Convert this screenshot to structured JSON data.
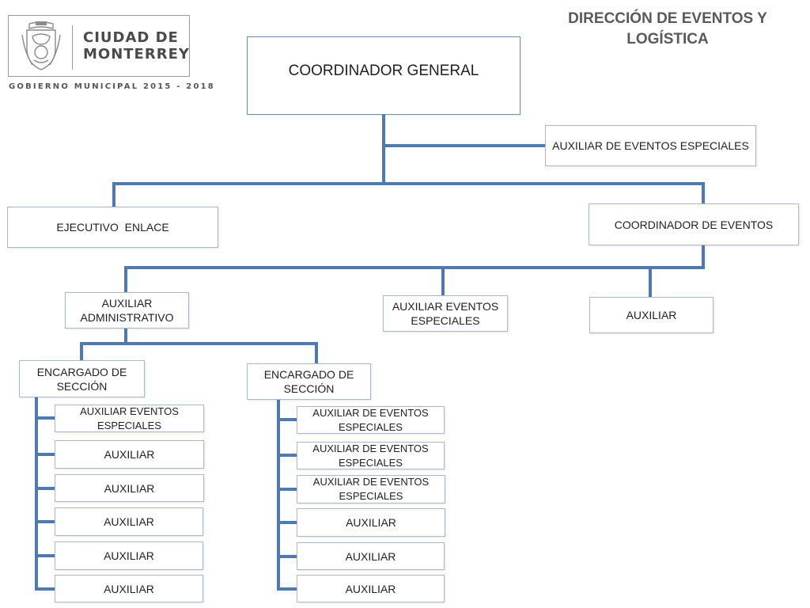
{
  "header": {
    "title": "DIRECCIÓN DE EVENTOS Y LOGÍSTICA",
    "logo": {
      "city_name_line1": "CIUDAD DE",
      "city_name_line2": "MONTERREY",
      "government": "GOBIERNO MUNICIPAL 2015 - 2018"
    }
  },
  "colors": {
    "connector": "#5079b0",
    "box_border": "#a9b9cb",
    "title": "#595959"
  },
  "org_chart": {
    "root": {
      "label": "COORDINADOR GENERAL"
    },
    "assistant_to_root": {
      "label": "AUXILIAR DE EVENTOS ESPECIALES"
    },
    "level1": {
      "left": {
        "label": "EJECUTIVO  ENLACE"
      },
      "right": {
        "label": "COORDINADOR DE EVENTOS"
      }
    },
    "level2": {
      "admin": {
        "line1": "AUXILIAR",
        "line2": "ADMINISTRATIVO"
      },
      "special": {
        "line1": "AUXILIAR EVENTOS",
        "line2": "ESPECIALES"
      },
      "aux": {
        "label": "AUXILIAR"
      }
    },
    "level3": {
      "section_a": {
        "line1": "ENCARGADO DE",
        "line2": "SECCIÓN"
      },
      "section_b": {
        "line1": "ENCARGADO DE",
        "line2": "SECCIÓN"
      }
    },
    "section_a_staff": [
      {
        "line1": "AUXILIAR EVENTOS",
        "line2": "ESPECIALES"
      },
      {
        "line1": "AUXILIAR",
        "line2": ""
      },
      {
        "line1": "AUXILIAR",
        "line2": ""
      },
      {
        "line1": "AUXILIAR",
        "line2": ""
      },
      {
        "line1": "AUXILIAR",
        "line2": ""
      },
      {
        "line1": "AUXILIAR",
        "line2": ""
      }
    ],
    "section_b_staff": [
      {
        "line1": "AUXILIAR DE EVENTOS",
        "line2": "ESPECIALES"
      },
      {
        "line1": "AUXILIAR DE EVENTOS",
        "line2": "ESPECIALES"
      },
      {
        "line1": "AUXILIAR DE EVENTOS",
        "line2": "ESPECIALES"
      },
      {
        "line1": "AUXILIAR",
        "line2": ""
      },
      {
        "line1": "AUXILIAR",
        "line2": ""
      },
      {
        "line1": "AUXILIAR",
        "line2": ""
      }
    ]
  }
}
